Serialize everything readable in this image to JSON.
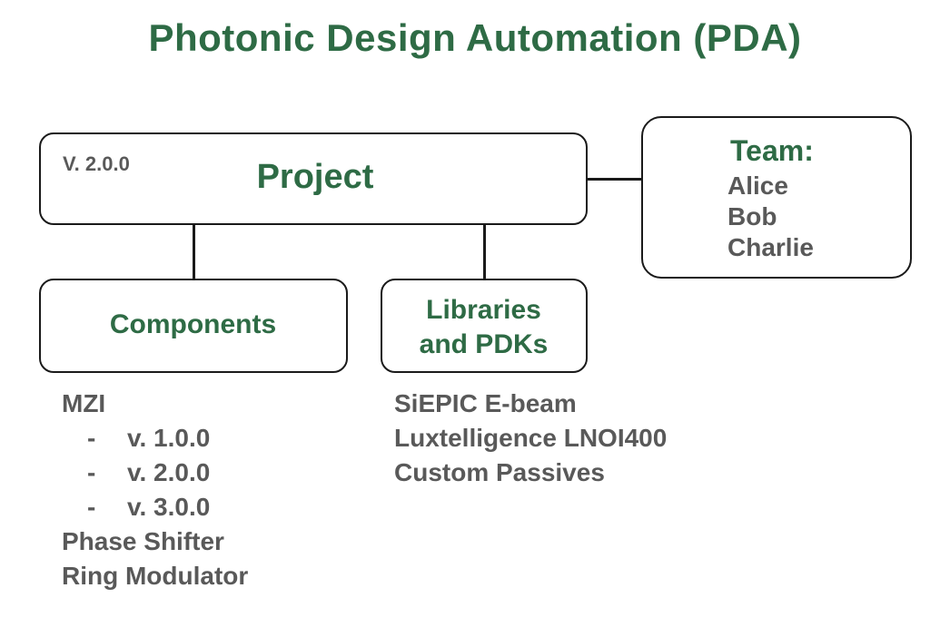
{
  "title": "Photonic Design Automation (PDA)",
  "colors": {
    "heading_green": "#2e6b45",
    "body_grey": "#595959",
    "border": "#1a1a1a"
  },
  "project": {
    "version": "V. 2.0.0",
    "label": "Project"
  },
  "team": {
    "title": "Team:",
    "members": [
      "Alice",
      "Bob",
      "Charlie"
    ]
  },
  "components": {
    "label": "Components",
    "items": [
      {
        "text": "MZI",
        "sub": false
      },
      {
        "text": "v. 1.0.0",
        "sub": true,
        "bullet": "-"
      },
      {
        "text": "v. 2.0.0",
        "sub": true,
        "bullet": "-"
      },
      {
        "text": "v. 3.0.0",
        "sub": true,
        "bullet": "-"
      },
      {
        "text": "Phase Shifter",
        "sub": false
      },
      {
        "text": "Ring Modulator",
        "sub": false
      }
    ]
  },
  "libraries": {
    "label_line1": "Libraries",
    "label_line2": "and PDKs",
    "items": [
      "SiEPIC E-beam",
      "Luxtelligence LNOI400",
      "Custom Passives"
    ]
  }
}
